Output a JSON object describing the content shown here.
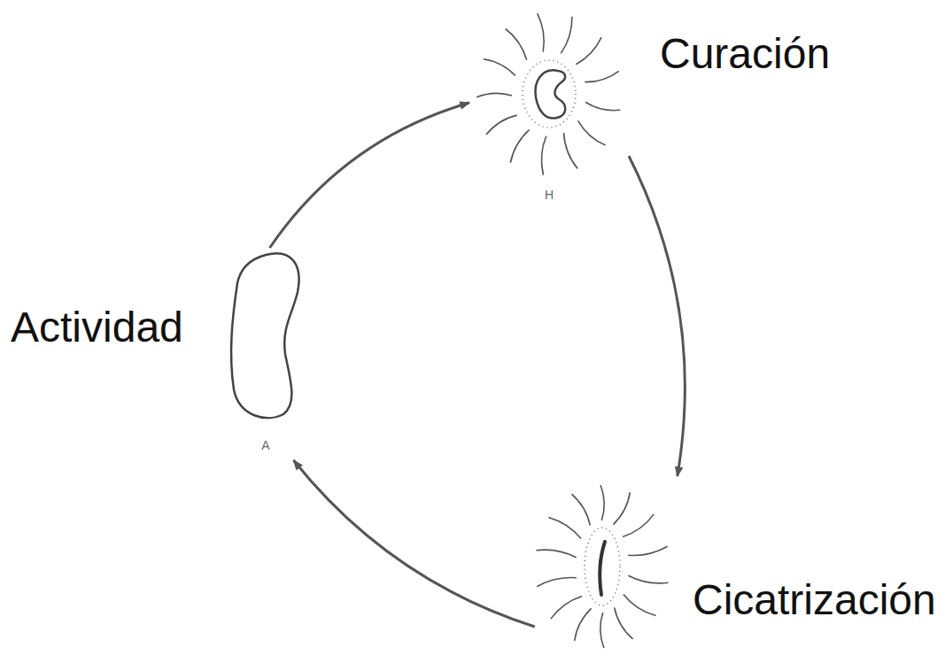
{
  "diagram": {
    "nodes": [
      {
        "text": [
          "Curación",
          "H"
        ]
      },
      {
        "text": [
          "Actividad",
          "A"
        ]
      },
      {
        "text": [
          "Cicatrización"
        ]
      }
    ],
    "edges": [
      {
        "from": 1,
        "to": 0,
        "arrow": "to"
      },
      {
        "from": 0,
        "to": 2,
        "arrow": "to"
      },
      {
        "from": 2,
        "to": 1,
        "arrow": "to"
      }
    ]
  }
}
